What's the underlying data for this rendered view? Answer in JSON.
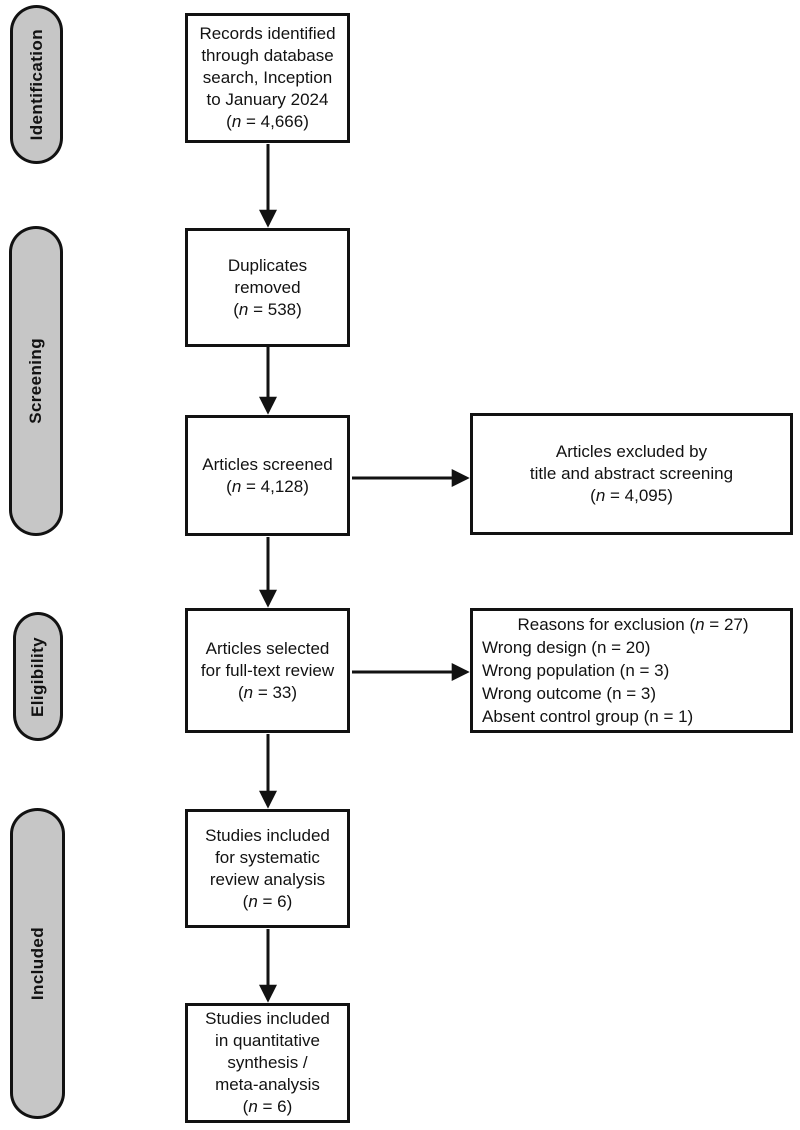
{
  "stages": [
    {
      "label": "Identification"
    },
    {
      "label": "Screening"
    },
    {
      "label": "Eligibility"
    },
    {
      "label": "Included"
    }
  ],
  "boxes": {
    "records": {
      "lines": [
        "Records identified",
        "through database",
        "search, Inception",
        "to January 2024",
        "(*n* = 4,666)"
      ]
    },
    "duplicates": {
      "lines": [
        "Duplicates",
        "removed",
        "(*n* = 538)"
      ]
    },
    "screened": {
      "lines": [
        "Articles screened",
        "(*n* = 4,128)"
      ]
    },
    "fulltext_review": {
      "lines": [
        "Articles selected",
        "for full-text review",
        "(*n* = 33)"
      ]
    },
    "systematic_review": {
      "lines": [
        "Studies included",
        "for systematic",
        "review analysis",
        "(*n* = 6)"
      ]
    },
    "meta_analysis": {
      "lines": [
        "Studies included",
        "in quantitative",
        "synthesis /",
        "meta-analysis",
        "(*n* = 6)"
      ]
    },
    "excluded_screening": {
      "lines": [
        "Articles excluded by",
        "title and abstract screening",
        "(*n* = 4,095)"
      ]
    },
    "exclusion_reasons": {
      "lines": [
        "Reasons for exclusion (*n* = 27)",
        "Wrong design (n = 20)",
        "Wrong population (n = 3)",
        "Wrong outcome (n = 3)",
        "Absent control group (n = 1)"
      ]
    }
  },
  "colors": {
    "stage_fill": "#c6c6c6",
    "border": "#121212",
    "box_fill": "#ffffff",
    "text": "#121212",
    "arrow": "#121212"
  }
}
